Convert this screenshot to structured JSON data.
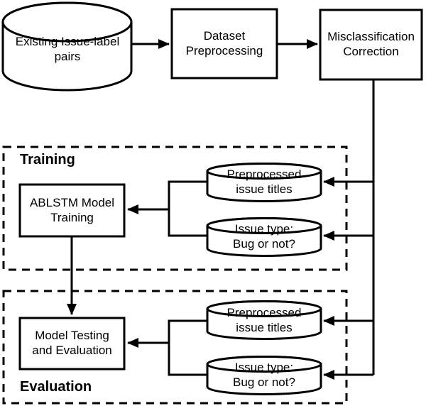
{
  "diagram": {
    "type": "flowchart",
    "colors": {
      "stroke": "#000000",
      "fill": "#ffffff",
      "background": "#ffffff"
    },
    "nodes": {
      "existing_pairs": {
        "label": "Existing Issue-label\npairs",
        "shape": "database-cylinder"
      },
      "dataset_preprocessing": {
        "label": "Dataset\nPreprocessing",
        "shape": "process-box"
      },
      "misclassification_correction": {
        "label": "Misclassification\nCorrection",
        "shape": "process-box"
      },
      "ablstm_training": {
        "label": "ABLSTM Model\nTraining",
        "shape": "process-box"
      },
      "model_testing": {
        "label": "Model Testing\nand Evaluation",
        "shape": "process-box"
      },
      "training_titles": {
        "label": "Preprocessed\nissue titles",
        "shape": "database-cylinder"
      },
      "training_issue_type": {
        "label": "Issue type:\nBug or not?",
        "shape": "database-cylinder"
      },
      "eval_titles": {
        "label": "Preprocessed\nissue titles",
        "shape": "database-cylinder"
      },
      "eval_issue_type": {
        "label": "Issue type:\nBug or not?",
        "shape": "database-cylinder"
      }
    },
    "groups": {
      "training": {
        "label": "Training"
      },
      "evaluation": {
        "label": "Evaluation"
      }
    },
    "edges": [
      "existing_pairs -> dataset_preprocessing",
      "dataset_preprocessing -> misclassification_correction",
      "misclassification_correction -> training_titles",
      "misclassification_correction -> training_issue_type",
      "misclassification_correction -> eval_titles",
      "misclassification_correction -> eval_issue_type",
      "training_titles + training_issue_type -> ablstm_training",
      "ablstm_training -> model_testing",
      "eval_titles + eval_issue_type -> model_testing"
    ]
  }
}
